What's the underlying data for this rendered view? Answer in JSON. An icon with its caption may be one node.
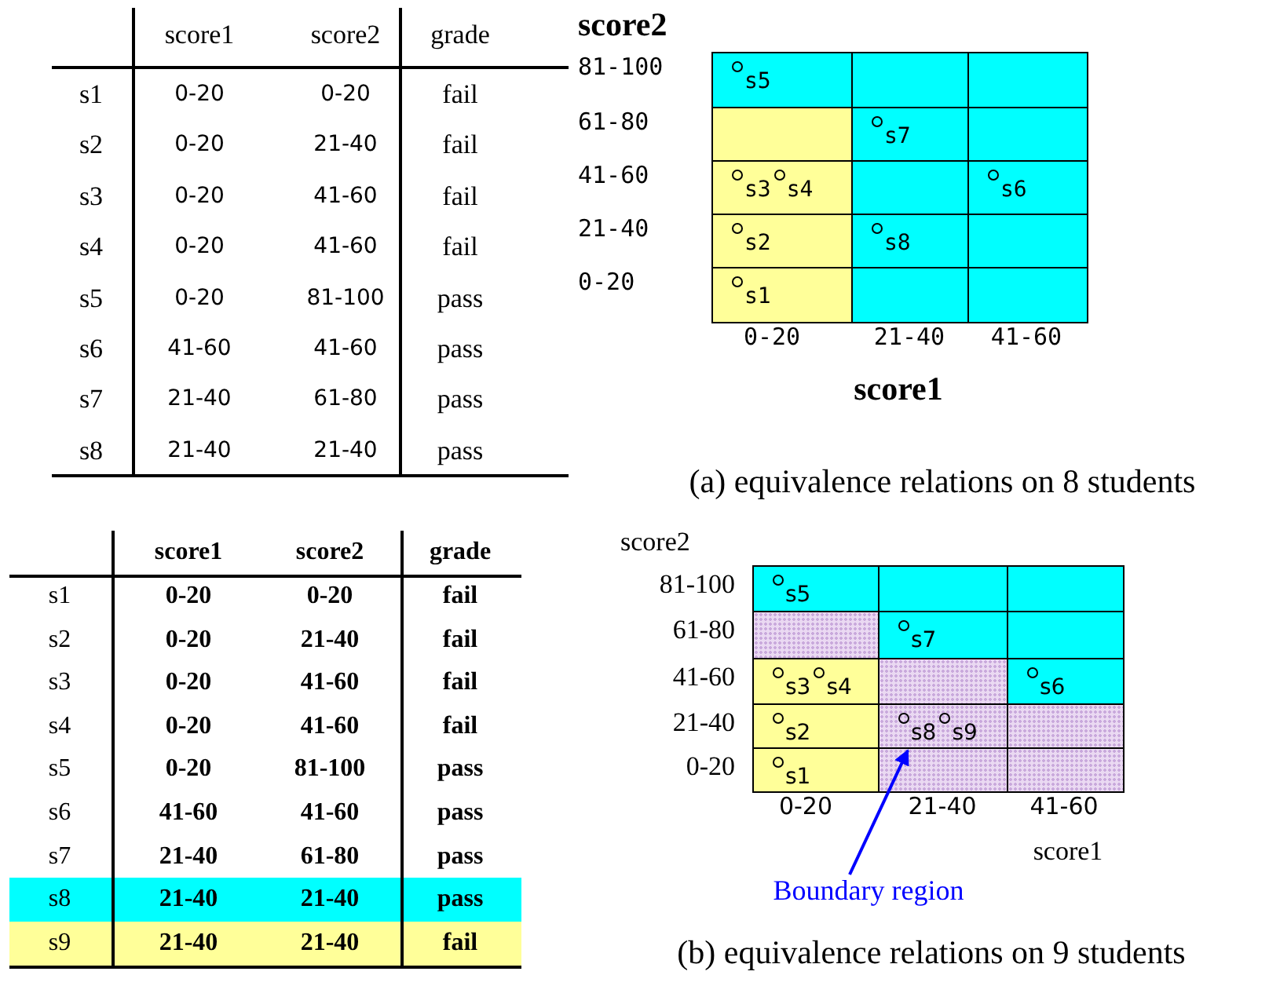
{
  "diagram": {
    "nodes": [
      {
        "text": [
          "Boundary region"
        ]
      },
      {
        "text": [],
        "shape": "box"
      }
    ],
    "edges": [
      {
        "from": 0,
        "to": 1,
        "arrow": "to",
        "color": "#0000ff"
      }
    ],
    "labels": [
      "score1",
      "score2",
      "grade",
      "s1",
      "0-20",
      "0-20",
      "fail",
      "s2",
      "0-20",
      "21-40",
      "fail",
      "s3",
      "0-20",
      "41-60",
      "fail",
      "s4",
      "0-20",
      "41-60",
      "fail",
      "s5",
      "0-20",
      "81-100",
      "pass",
      "s6",
      "41-60",
      "41-60",
      "pass",
      "s7",
      "21-40",
      "61-80",
      "pass",
      "s8",
      "21-40",
      "21-40",
      "pass",
      "score2",
      "81-100",
      "s5",
      "61-80",
      "s7",
      "41-60",
      "s3",
      "s4",
      "s6",
      "21-40",
      "s2",
      "s8",
      "0-20",
      "s1",
      "0-20",
      "21-40",
      "41-60",
      "score1",
      "(a) equivalence relations on 8 students",
      "score1",
      "score2",
      "grade",
      "s1",
      "0-20",
      "0-20",
      "fail",
      "s2",
      "0-20",
      "21-40",
      "fail",
      "s3",
      "0-20",
      "41-60",
      "fail",
      "s4",
      "0-20",
      "41-60",
      "fail",
      "s5",
      "0-20",
      "81-100",
      "pass",
      "s6",
      "41-60",
      "41-60",
      "pass",
      "s7",
      "21-40",
      "61-80",
      "pass",
      "s8",
      "21-40",
      "21-40",
      "pass",
      "s9",
      "21-40",
      "21-40",
      "fail",
      "score2",
      "81-100",
      "s5",
      "61-80",
      "s7",
      "41-60",
      "s3",
      "s4",
      "s6",
      "21-40",
      "s2",
      "s8",
      "s9",
      "0-20",
      "s1",
      "0-20",
      "21-40",
      "41-60",
      "score1",
      "(b) equivalence relations on 9 students"
    ]
  }
}
